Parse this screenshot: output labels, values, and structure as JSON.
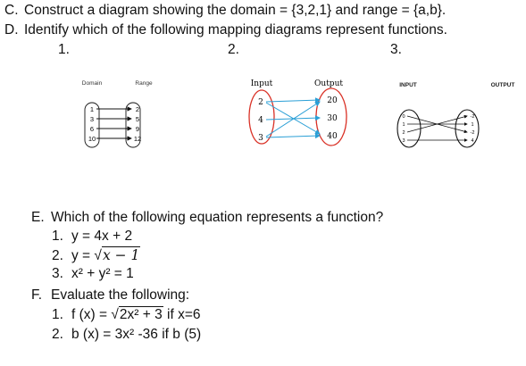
{
  "section_c": {
    "letter": "C.",
    "text": "Construct a diagram showing the domain = {3,2,1} and range = {a,b}."
  },
  "section_d": {
    "letter": "D.",
    "text": "Identify which of the following mapping diagrams represent functions."
  },
  "diagram_numbers": [
    "1.",
    "2.",
    "3."
  ],
  "diagram1": {
    "domain_title": "Domain",
    "range_title": "Range",
    "domain": [
      "1",
      "3",
      "6",
      "10"
    ],
    "range": [
      "2",
      "5",
      "9",
      "12"
    ]
  },
  "diagram2": {
    "input_title": "Input",
    "output_title": "Output",
    "inputs": [
      "2",
      "4",
      "3"
    ],
    "outputs": [
      "20",
      "30",
      "40"
    ]
  },
  "diagram3": {
    "input_title": "INPUT",
    "output_title": "OUTPUT",
    "inputs": [
      "0",
      "1",
      "2",
      "3"
    ],
    "outputs": [
      "-2",
      "1",
      "-2",
      "4"
    ]
  },
  "section_e": {
    "letter": "E.",
    "text": "Which of the following equation represents a function?",
    "items": [
      {
        "n": "1.",
        "text": "y = 4x + 2"
      },
      {
        "n": "2.",
        "prefix": "y = ",
        "radicand": "x − 1"
      },
      {
        "n": "3.",
        "text": "x² + y² = 1"
      }
    ]
  },
  "section_f": {
    "letter": "F.",
    "text": "Evaluate the following:",
    "items": [
      {
        "n": "1.",
        "prefix": "f (x) = ",
        "radicand": "2x² + 3",
        "suffix": " if x=6"
      },
      {
        "n": "2.",
        "text": "b (x) = 3x² -36 if b (5)"
      }
    ]
  }
}
